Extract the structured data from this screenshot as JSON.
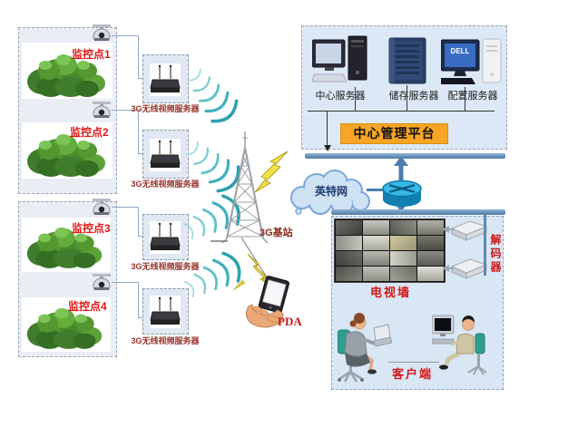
{
  "sites": [
    {
      "label": "监控点1"
    },
    {
      "label": "监控点2"
    },
    {
      "label": "监控点3"
    },
    {
      "label": "监控点4"
    }
  ],
  "wireless_server": {
    "label": "3G无线视频服务器"
  },
  "base_station": {
    "label": "3G基站"
  },
  "pda": {
    "label": "PDA"
  },
  "internet": {
    "label": "英特网"
  },
  "platform": {
    "servers": [
      {
        "label": "中心服务器"
      },
      {
        "label": "储存服务器"
      },
      {
        "label": "配置服务器"
      }
    ],
    "banner": "中心管理平台",
    "dell_logo": "DELL"
  },
  "control_center": {
    "tv_wall_label": "电视墙",
    "decoder_label": "解码器",
    "client_label": "客户端"
  },
  "colors": {
    "label_red": "#e01818",
    "dark_red": "#97302a",
    "banner_orange": "#f6a525",
    "bar_blue": "#5d88b4",
    "wave_teal": "#3fb0bc",
    "internet_navy": "#1f3a6e"
  }
}
